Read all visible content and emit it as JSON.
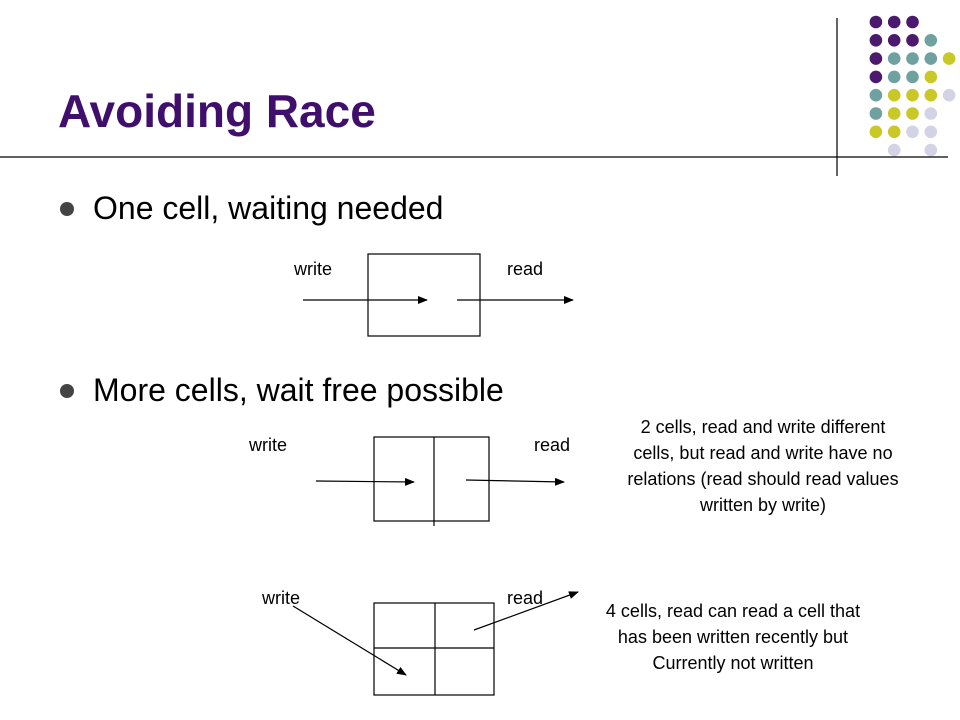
{
  "slide": {
    "title": "Avoiding Race",
    "bullets": [
      "One cell, waiting needed",
      "More cells, wait free possible"
    ],
    "diagram_one": {
      "write_label": "write",
      "read_label": "read"
    },
    "diagram_two": {
      "write_label": "write",
      "read_label": "read",
      "note_lines": [
        "2 cells, read and write different",
        "cells, but read and write have no",
        "relations (read should read values",
        "written by write)"
      ]
    },
    "diagram_four": {
      "write_label": "write",
      "read_label": "read",
      "note_lines": [
        "4 cells, read can read a cell that",
        "has been written recently but",
        "Currently not written"
      ]
    },
    "decoration": {
      "colors": {
        "purple": "#4b1a6e",
        "teal": "#6fa1a1",
        "yellow": "#c9c826",
        "lavender": "#d3d3e6",
        "title": "#3f0f6b"
      }
    }
  }
}
